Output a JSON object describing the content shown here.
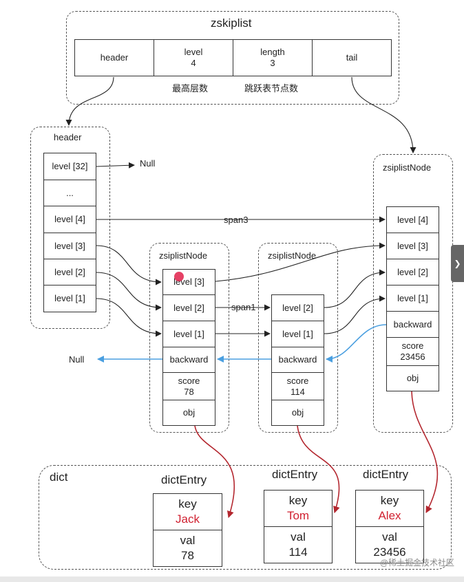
{
  "zskiplist": {
    "title": "zskiplist",
    "header": "header",
    "level_label": "level",
    "level_value": "4",
    "length_label": "length",
    "length_value": "3",
    "tail": "tail",
    "level_caption": "最高层数",
    "length_caption": "跳跃表节点数"
  },
  "header_node": {
    "title": "header",
    "cells": [
      "level [32]",
      "...",
      "level [4]",
      "level [3]",
      "level [2]",
      "level [1]"
    ],
    "null_label": "Null"
  },
  "node1": {
    "title": "zsiplistNode",
    "levels": [
      "level [3]",
      "level [2]",
      "level [1]"
    ],
    "backward": "backward",
    "score_label": "score",
    "score": "78",
    "obj": "obj"
  },
  "node2": {
    "title": "zsiplistNode",
    "levels": [
      "level [2]",
      "level [1]"
    ],
    "backward": "backward",
    "score_label": "score",
    "score": "114",
    "obj": "obj"
  },
  "node3": {
    "title": "zsiplistNode",
    "levels": [
      "level [4]",
      "level [3]",
      "level [2]",
      "level [1]"
    ],
    "backward": "backward",
    "score_label": "score",
    "score": "23456",
    "obj": "obj"
  },
  "edges": {
    "span3": "span3",
    "span1": "span1",
    "null_backward": "Null"
  },
  "dict": {
    "title": "dict",
    "entries": [
      {
        "title": "dictEntry",
        "key_label": "key",
        "key": "Jack",
        "val_label": "val",
        "val": "78"
      },
      {
        "title": "dictEntry",
        "key_label": "key",
        "key": "Tom",
        "val_label": "val",
        "val": "114"
      },
      {
        "title": "dictEntry",
        "key_label": "key",
        "key": "Alex",
        "val_label": "val",
        "val": "23456"
      }
    ]
  },
  "watermark": "@稀土掘金技术社区",
  "side_tab_glyph": "❯",
  "colors": {
    "arrow": "#222222",
    "backward_arrow": "#4a9fe0",
    "obj_arrow": "#b3262e",
    "key_text": "#d02030"
  }
}
